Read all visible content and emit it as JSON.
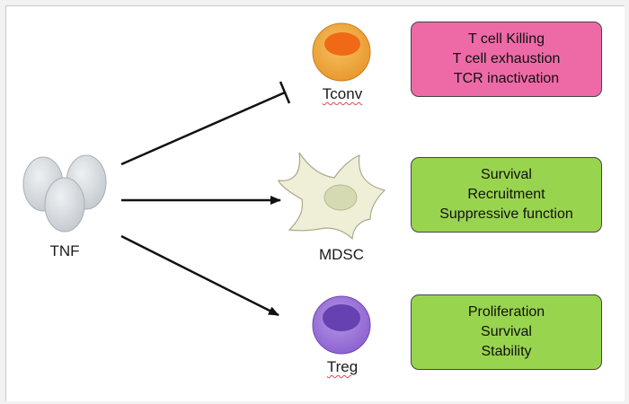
{
  "source": {
    "label": "TNF"
  },
  "cells": [
    {
      "label": "Tconv",
      "effects": [
        "T cell Killing",
        "T cell exhaustion",
        "TCR inactivation"
      ],
      "box_color": "#ee6aa7",
      "arrow": "inhibition"
    },
    {
      "label": "MDSC",
      "effects": [
        "Survival",
        "Recruitment",
        "Suppressive function"
      ],
      "box_color": "#99d44f",
      "arrow": "activation"
    },
    {
      "label": "Treg",
      "effects": [
        "Proliferation",
        "Survival",
        "Stability"
      ],
      "box_color": "#99d44f",
      "arrow": "activation"
    }
  ],
  "colors": {
    "tconv_outer": "#f0a73c",
    "tconv_nucleus": "#f07018",
    "mdsc_body": "#efefd8",
    "mdsc_nucleus": "#d4dbb0",
    "treg_outer": "#9b6ed6",
    "treg_nucleus": "#6a45b8",
    "tnf_cells": "#d3d8dc"
  },
  "icons": [
    "tnf-cell-cluster-icon",
    "tconv-cell-icon",
    "mdsc-cell-icon",
    "treg-cell-icon"
  ]
}
